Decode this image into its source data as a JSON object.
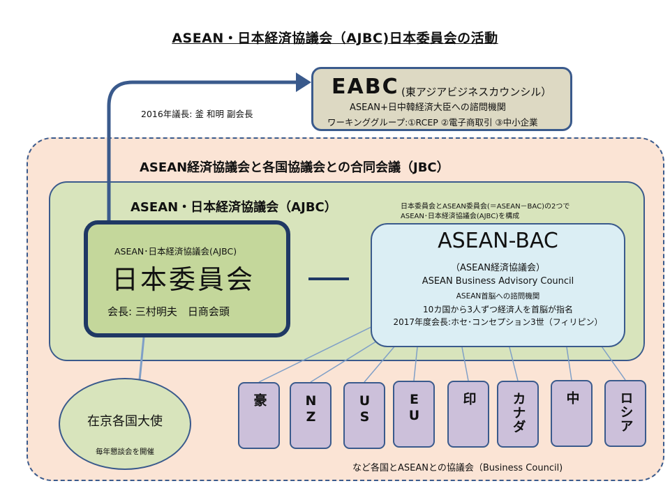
{
  "page_title": "ASEAN・日本経済協議会（AJBC)日本委員会の活動",
  "eabc": {
    "name": "EABC",
    "full_name": "(東アジアビジネスカウンシル）",
    "role": "ASEAN+日中韓経済大臣への諮問機関",
    "working_groups": "ワーキンググループ:①RCEP ②電子商取引 ③中小企業"
  },
  "chair_2016": "2016年議長: 釜 和明 副会長",
  "jbc": {
    "title": "ASEAN経済協議会と各国協議会との合同会議（JBC）"
  },
  "ajbc": {
    "title": "ASEAN・日本経済協議会（AJBC）",
    "note_line1": "日本委員会とASEAN委員会(＝ASEAN－BAC)の2つで",
    "note_line2": "ASEAN･日本経済協議会(AJBC)を構成"
  },
  "japan_committee": {
    "sub_label": "ASEAN･日本経済協議会(AJBC)",
    "name": "日本委員会",
    "chair": "会長: 三村明夫　日商会頭"
  },
  "asean_bac": {
    "name": "ASEAN-BAC",
    "jp_name": "（ASEAN経済協議会）",
    "en_name": "ASEAN Business Advisory Council",
    "role": "ASEAN首脳への諮問機関",
    "selection": "10カ国から3人ずつ経済人を首脳が指名",
    "chair_2017": "2017年度会長:ホセ･コンセプション3世（フィリピン）"
  },
  "ambassadors": {
    "name": "在京各国大使",
    "note": "毎年懇談会を開催"
  },
  "countries": [
    {
      "label": "豪"
    },
    {
      "label": "NZ"
    },
    {
      "label": "US"
    },
    {
      "label": "EU"
    },
    {
      "label": "印"
    },
    {
      "label": "カナダ"
    },
    {
      "label": "中"
    },
    {
      "label": "ロシア"
    }
  ],
  "business_council_note": "など各国とASEANとの協議会（Business Council)",
  "colors": {
    "frame_blue": "#3a5a8c",
    "dark_navy": "#1f3864",
    "eabc_fill": "#ddd9c3",
    "jbc_fill": "#fbe4d5",
    "ajbc_fill": "#d8e4bc",
    "japan_committee_fill": "#c4d79b",
    "bac_fill": "#dbeef4",
    "country_fill": "#ccc0da"
  },
  "icons": {
    "arrow": "arrow-right-icon",
    "connector": "connector-line"
  }
}
